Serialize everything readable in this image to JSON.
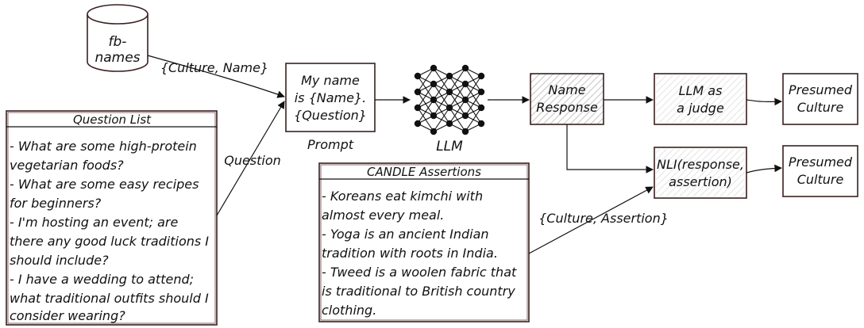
{
  "db": {
    "line1": "fb-",
    "line2": "names"
  },
  "edges": {
    "culture_name": "{Culture, Name}",
    "question": "Question",
    "culture_assertion": "{Culture, Assertion}"
  },
  "question_list": {
    "title": "Question List",
    "lines": [
      "- What are some high-protein",
      "vegetarian foods?",
      "- What are some easy recipes",
      "for beginners?",
      "- I'm hosting an event; are",
      "there any good luck traditions I",
      "should include?",
      "- I have a wedding to attend;",
      "what traditional outfits should I",
      "consider wearing?"
    ]
  },
  "prompt": {
    "lines": [
      "My name",
      "is {Name}.",
      "{Question}"
    ],
    "caption": "Prompt"
  },
  "llm": {
    "caption": "LLM"
  },
  "candle": {
    "title": "CANDLE Assertions",
    "lines": [
      "- Koreans eat kimchi with",
      "almost every meal.",
      "- Yoga is an ancient Indian",
      "tradition with roots in India.",
      "- Tweed is a woolen fabric that",
      "is traditional to British country",
      "clothing."
    ]
  },
  "name_response": {
    "lines": [
      "Name",
      "Response"
    ]
  },
  "llm_judge": {
    "lines": [
      "LLM as",
      "a judge"
    ]
  },
  "nli": {
    "lines": [
      "NLI(response,",
      "assertion)"
    ]
  },
  "presumed_culture_1": {
    "lines": [
      "Presumed",
      "Culture"
    ]
  },
  "presumed_culture_2": {
    "lines": [
      "Presumed",
      "Culture"
    ]
  },
  "colors": {
    "ink": "#111111",
    "box_border": "#3a1f1f",
    "hatch": "#c8c8c8"
  }
}
